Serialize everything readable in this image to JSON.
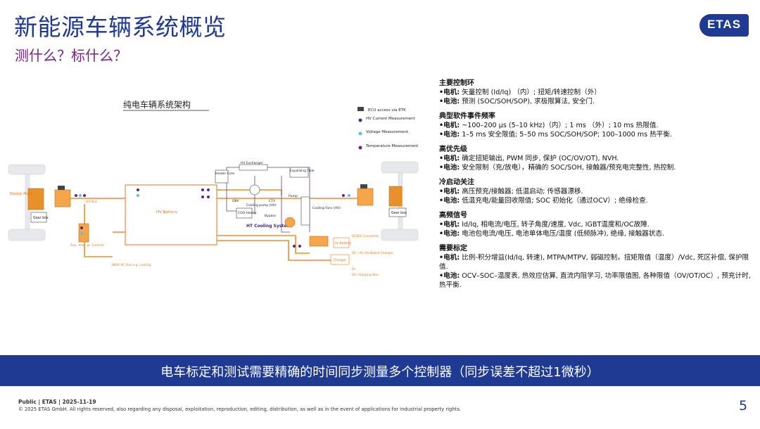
{
  "title": "新能源车辆系统概览",
  "subtitle": "测什么？标什么？",
  "logo": {
    "text": "ETAS",
    "color": "#1f3a93"
  },
  "diagram": {
    "title": "纯电车辆系统架构",
    "legend": [
      {
        "label": "ECU access via ETK",
        "icon": "ecu-chip-icon"
      },
      {
        "label": "HV Current Measurement",
        "color": "#4b2b8f"
      },
      {
        "label": "Voltage Measurement",
        "color": "#5bc0e8"
      },
      {
        "label": "Temperature Measurement",
        "color": "#7a1c6e"
      }
    ],
    "labels": {
      "electric_motor": "Electric Motor",
      "gear_box_left": "Gear box",
      "gear_box_right": "Gear box",
      "hv_battery": "HV Battery",
      "hv_bus": "HV Bus",
      "heater_core": "Heater Core",
      "hv_exchanger": "HV Exchanger",
      "equalizing_tank": "Equalizing Tank",
      "cooling_pump": "Cooling pump (HV)",
      "obv": "OBV",
      "ctv": "CTV",
      "coo_heater": "COO Heater",
      "bypass": "Bypass",
      "ht_cooling": "HT Cooling System",
      "cooling_fans": "Cooling Fans (HV)",
      "pump": "Pump",
      "dcdc": "DC/DC Converter",
      "lv_battery": "LV Battery",
      "acdc": "AC / AC On-Board Charger",
      "charger": "Charger",
      "or": "Or",
      "dc_charging": "DC charging Box",
      "aux": "Aux. elec. pr. inverter",
      "ac_out": "380V AC Out e.g. cooling"
    }
  },
  "panel": {
    "sections": [
      {
        "title": "主要控制环",
        "lines": [
          {
            "label": "•电机:",
            "text": " 矢量控制 (Id/Iq) （内）; 扭矩/转速控制（外）"
          },
          {
            "label": "•电池:",
            "text": " 预测 (SOC/SOH/SOP), 求极限算法, 安全门."
          }
        ]
      },
      {
        "title": "典型软件事件频率",
        "lines": [
          {
            "label": "•电机:",
            "text": " ~100–200 μs (5–10 kHz)（内）; 1 ms （外）; 10 ms 热限值."
          },
          {
            "label": "•电池:",
            "text": " 1–5 ms 安全限值; 5–50 ms SOC/SOH/SOP; 100–1000 ms 热平衡."
          }
        ]
      },
      {
        "title": "高优先级",
        "lines": [
          {
            "label": "•电机:",
            "text": " 确定扭矩输出, PWM 同步, 保护 (OC/OV/OT), NVH."
          },
          {
            "label": "•电池:",
            "text": " 安全限制（充/放电），精确的 SOC/SOH, 接触器/预充电完整性, 热控制."
          }
        ]
      },
      {
        "title": "冷启动关注",
        "lines": [
          {
            "label": "•电机:",
            "text": " 高压预充/接触器; 低温启动; 传感器漂移."
          },
          {
            "label": "•电池:",
            "text": " 低温充电/能量回收限值; SOC 初始化（通过OCV）; 绝缘检查."
          }
        ]
      },
      {
        "title": "高频信号",
        "lines": [
          {
            "label": "•电机:",
            "text": " Id/Iq, 相电流/电压, 转子角度/速度, Vdc, IGBT温度和/OC故障."
          },
          {
            "label": "•电池:",
            "text": " 电池包电流/电压, 电池单体电压/温度 (低频脉冲), 绝缘, 接触器状态."
          }
        ]
      },
      {
        "title": "需要标定",
        "lines": [
          {
            "label": "•电机:",
            "text": " 比例-积分增益(Id/Iq, 转速), MTPA/MTPV, 弱磁控制，扭矩限值（温度）/Vdc, 死区补偿, 保护限值."
          },
          {
            "label": "•电池:",
            "text": " OCV–SOC–温度表, 热效应估算, 直流内阻学习, 功率限值图, 各种限值（OV/OT/OC）, 预充计时, 热平衡."
          }
        ]
      }
    ]
  },
  "banner": {
    "text": "电车标定和测试需要精确的时间同步测量多个控制器（同步误差不超过1微秒）",
    "color": "#1f3a93"
  },
  "footer": {
    "line1": "Public | ETAS | 2025-11-19",
    "line2": "© 2025 ETAS GmbH. All rights reserved, also regarding any disposal, exploitation, reproduction, editing, distribution, as well as in the event of applications for industrial property rights.",
    "page": "5"
  }
}
